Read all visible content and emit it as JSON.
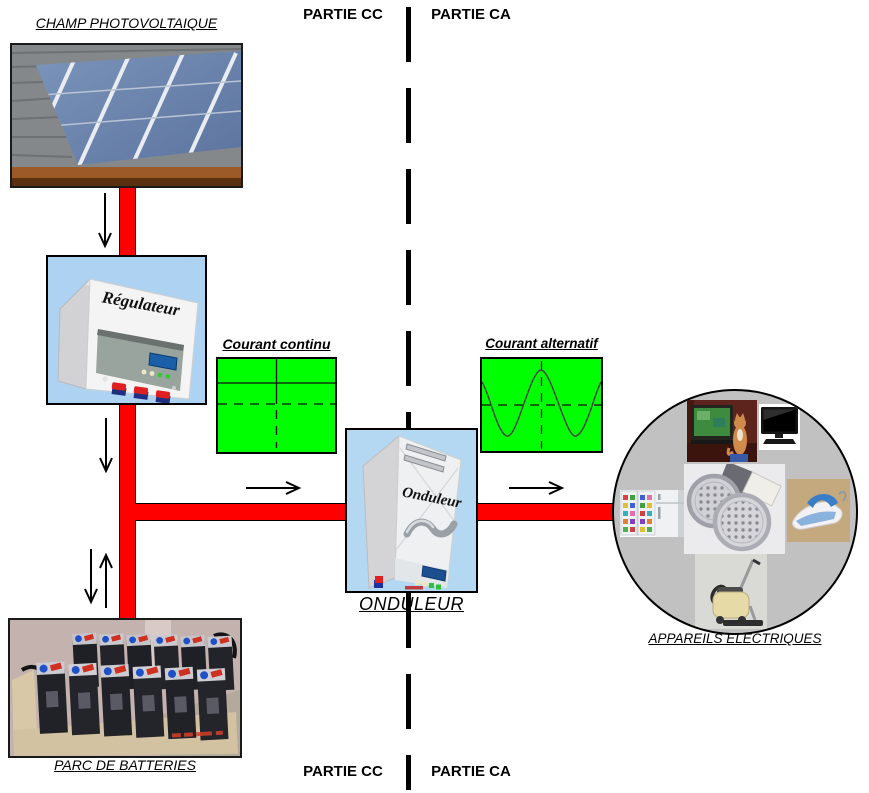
{
  "zones": {
    "top_left": "PARTIE CC",
    "top_right": "PARTIE CA",
    "bottom_left": "PARTIE CC",
    "bottom_right": "PARTIE CA"
  },
  "pv_array": {
    "caption": "CHAMP PHOTOVOLTAIQUE"
  },
  "regulator": {
    "device_label": "Régulateur"
  },
  "dc_graph": {
    "caption": "Courant continu",
    "waveform": "dc-constant-level"
  },
  "ac_graph": {
    "caption": "Courant alternatif",
    "waveform": "ac-sine-wave"
  },
  "inverter": {
    "device_label": "Onduleur",
    "caption": "ONDULEUR"
  },
  "battery_bank": {
    "caption": "PARC DE BATTERIES"
  },
  "appliances": {
    "caption": "APPAREILS ELECTRIQUES",
    "items": [
      "crt-tv-with-cat",
      "flat-screen-tv",
      "fridge-with-magnets",
      "refrigerator",
      "led-spotlight-bulbs",
      "clothes-iron",
      "vacuum-cleaner"
    ]
  },
  "colors": {
    "wire": "#ff0000",
    "graph_bg": "#00ff00",
    "appliance_circle_bg": "#c1c1c1",
    "device_photo_bg": "#b3d7f1"
  }
}
